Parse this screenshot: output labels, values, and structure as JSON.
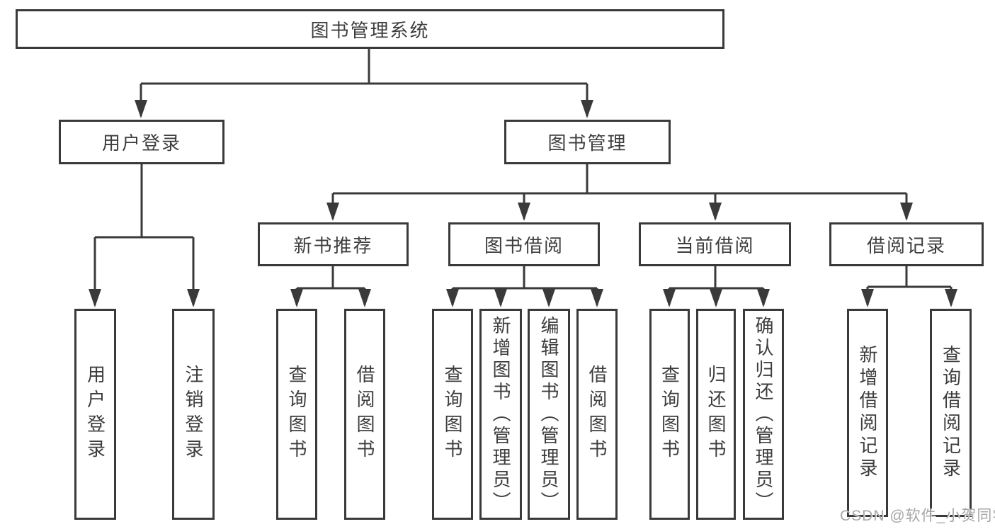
{
  "tree": {
    "root": {
      "label": "图书管理系统",
      "children": [
        {
          "label": "用户登录",
          "children": [
            {
              "label": "用户登录"
            },
            {
              "label": "注销登录"
            }
          ]
        },
        {
          "label": "图书管理",
          "children": [
            {
              "label": "新书推荐",
              "children": [
                {
                  "label": "查询图书"
                },
                {
                  "label": "借阅图书"
                }
              ]
            },
            {
              "label": "图书借阅",
              "children": [
                {
                  "label": "查询图书"
                },
                {
                  "label": "新增图书（管理员）"
                },
                {
                  "label": "编辑图书（管理员）"
                },
                {
                  "label": "借阅图书"
                }
              ]
            },
            {
              "label": "当前借阅",
              "children": [
                {
                  "label": "查询图书"
                },
                {
                  "label": "归还图书"
                },
                {
                  "label": "确认归还（管理员）"
                }
              ]
            },
            {
              "label": "借阅记录",
              "children": [
                {
                  "label": "新增借阅记录"
                },
                {
                  "label": "查询借阅记录"
                }
              ]
            }
          ]
        }
      ]
    },
    "watermark": "CSDN @软件_小贺同学",
    "colors": {
      "line": "#3a3a3a",
      "box_border": "#3a3a3a",
      "text": "#3d3d3d",
      "watermark": "#a6a6a6",
      "background": "#ffffff"
    }
  }
}
